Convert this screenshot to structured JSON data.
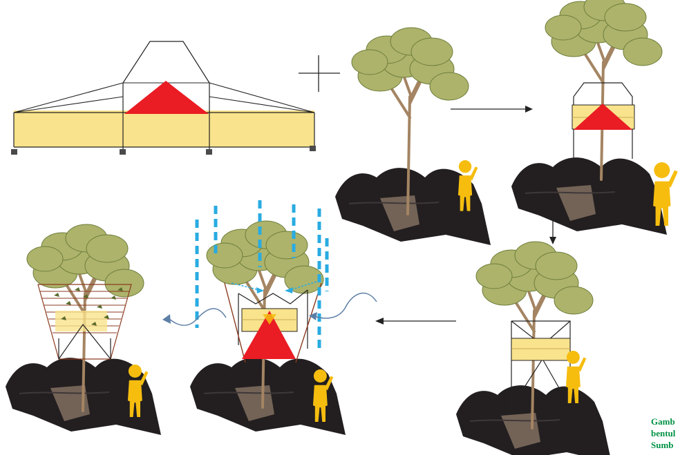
{
  "colors": {
    "sand": "#f9e38c",
    "red_stripe": "#ea1c24",
    "tree_foliage": "#adb36b",
    "foliage_stroke": "#6d7d3a",
    "trunk": "#a48462",
    "ground": "#231f20",
    "tree_base": "#736357",
    "person": "#f6bd0f",
    "rain": "#29abe2",
    "wind": "#5d7fa6",
    "caption": "#009245",
    "frame_brown": "#8b3a1f",
    "leaf": "#5a6b2c"
  },
  "icons": {
    "plus": "plus-icon",
    "arrows": [
      "arrow-right-icon",
      "arrow-down-icon",
      "arrow-left-icon"
    ],
    "rain": "rain-icon",
    "wind": "wind-icon"
  },
  "caption": {
    "line1": "Gamb",
    "line2": "bentul",
    "line3": "Sumb"
  }
}
